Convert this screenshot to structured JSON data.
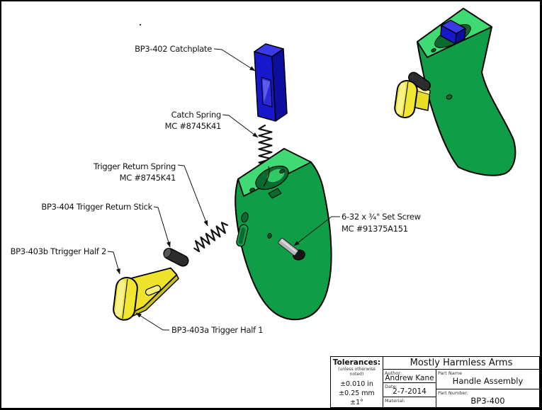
{
  "drawing": {
    "callouts": {
      "catchplate": "BP3-402 Catchplate",
      "catch_spring_line1": "Catch Spring",
      "catch_spring_line2": "MC #8745K41",
      "trigger_return_spring_line1": "Trigger Return Spring",
      "trigger_return_spring_line2": "MC #8745K41",
      "trigger_return_stick": "BP3-404 Trigger Return Stick",
      "trigger_half_2": "BP3-403b Ttrigger Half 2",
      "trigger_half_1": "BP3-403a Trigger Half 1",
      "set_screw_line1": "6-32 x ¾\" Set Screw",
      "set_screw_line2": "MC #91375A151"
    },
    "palette": {
      "handle_green": "#0f9e47",
      "handle_green_top": "#40da75",
      "cavity_green": "#0a6b30",
      "catchplate_blue": "#1717cc",
      "catchplate_blue_dark": "#0d0d9e",
      "catchplate_blue_light": "#3a3ae6",
      "trigger_yellow": "#f1e733",
      "stick_black": "#2c2c2c",
      "screw_grey": "#b6b6b6",
      "outline": "#000000"
    }
  },
  "title_block": {
    "tolerances_title": "Tolerances:",
    "tolerances_note": "(unless otherwise noted)",
    "tol_in": "±0.010 in",
    "tol_mm": "±0.25 mm",
    "tol_deg": "±1°",
    "company": "Mostly Harmless Arms",
    "author_label": "Author:",
    "author": "Andrew Kane",
    "date_label": "Date:",
    "date": "2-7-2014",
    "material_label": "Material:",
    "part_name_label": "Part Name",
    "part_name": "Handle Assembly",
    "part_number_label": "Part Number:",
    "part_number": "BP3-400"
  }
}
